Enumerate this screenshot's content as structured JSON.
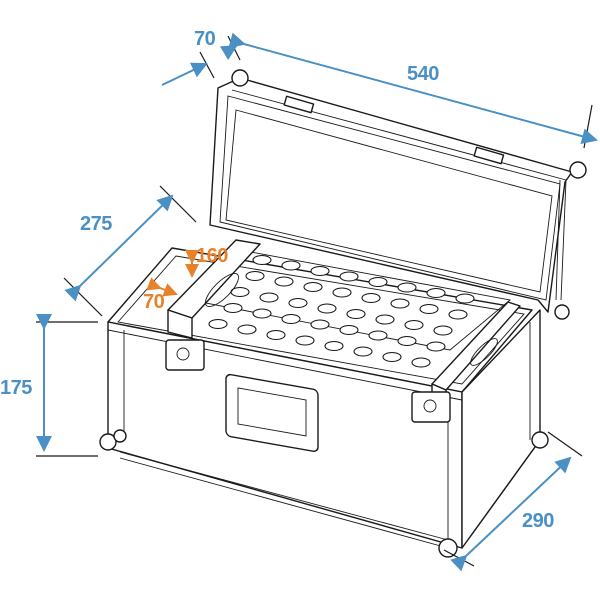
{
  "diagram": {
    "subject": "Flight case with microphone insert, lid open",
    "colors": {
      "outer_dimensions": "#4a90c4",
      "inner_dimensions": "#e8822a",
      "line_art": "#1a1a1a"
    },
    "dimensions": {
      "lid_depth": "70",
      "length": "540",
      "width": "275",
      "height": "175",
      "depth": "290",
      "compartment_height": "160",
      "compartment_width": "70"
    },
    "insert": {
      "hole_rows": 5,
      "hole_columns": 8
    }
  }
}
